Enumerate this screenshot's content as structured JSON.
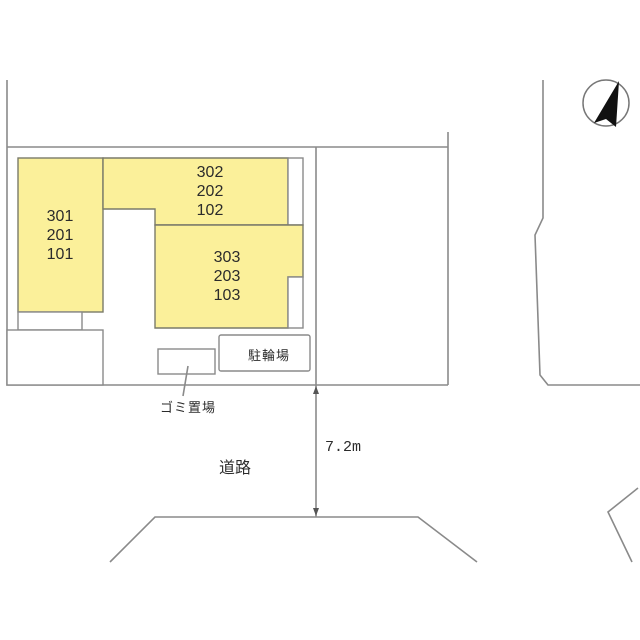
{
  "site_plan": {
    "units": [
      {
        "id": "building-a",
        "rooms": [
          "301",
          "201",
          "101"
        ]
      },
      {
        "id": "building-b",
        "rooms": [
          "302",
          "202",
          "102"
        ]
      },
      {
        "id": "building-c",
        "rooms": [
          "303",
          "203",
          "103"
        ]
      }
    ],
    "facilities": {
      "bicycle_parking": "駐輪場",
      "garbage_area": "ゴミ置場"
    },
    "road": {
      "label": "道路",
      "width": "7.2m"
    },
    "compass": "north-arrow"
  },
  "colors": {
    "building_fill": "#fbf09a",
    "line": "#8a8a8a",
    "text": "#2b2b2b"
  }
}
